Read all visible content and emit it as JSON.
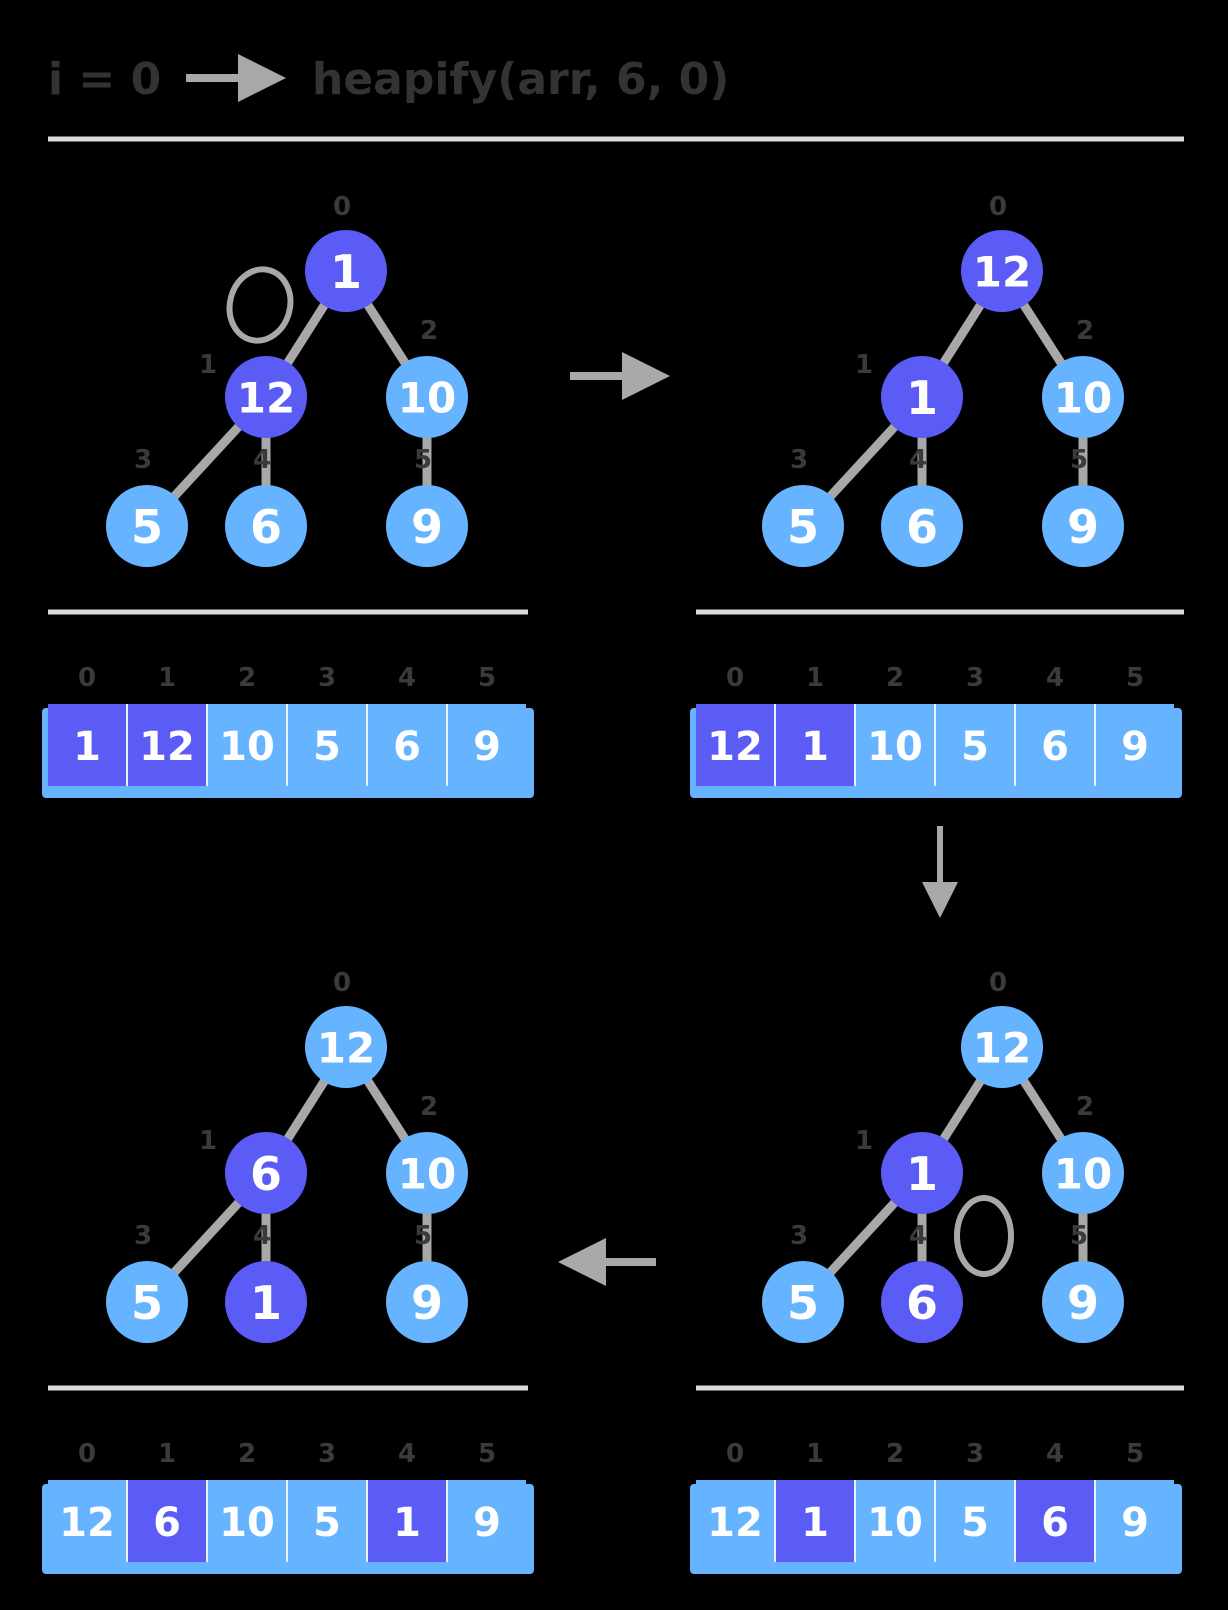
{
  "header": {
    "left_text": "i = 0",
    "call_text": "heapify(arr, 6, 0)"
  },
  "colors": {
    "light": "#66b3ff",
    "dark": "#5b5bf5",
    "edge": "#a8a8a8",
    "divider": "#dcdcdc",
    "index": "#3a3a3a",
    "background": "#000000"
  },
  "panels": [
    {
      "id": "step1",
      "nodes": [
        {
          "value": "1",
          "index": "0",
          "style": "dark"
        },
        {
          "value": "12",
          "index": "1",
          "style": "dark"
        },
        {
          "value": "10",
          "index": "2",
          "style": "light"
        },
        {
          "value": "5",
          "index": "3",
          "style": "light"
        },
        {
          "value": "6",
          "index": "4",
          "style": "light"
        },
        {
          "value": "9",
          "index": "5",
          "style": "light"
        }
      ],
      "array": [
        "1",
        "12",
        "10",
        "5",
        "6",
        "9"
      ],
      "array_styles": [
        "dark",
        "dark",
        "light",
        "light",
        "light",
        "light"
      ],
      "array_indices": [
        "0",
        "1",
        "2",
        "3",
        "4",
        "5"
      ]
    },
    {
      "id": "step2",
      "nodes": [
        {
          "value": "12",
          "index": "0",
          "style": "dark"
        },
        {
          "value": "1",
          "index": "1",
          "style": "dark"
        },
        {
          "value": "10",
          "index": "2",
          "style": "light"
        },
        {
          "value": "5",
          "index": "3",
          "style": "light"
        },
        {
          "value": "6",
          "index": "4",
          "style": "light"
        },
        {
          "value": "9",
          "index": "5",
          "style": "light"
        }
      ],
      "array": [
        "12",
        "1",
        "10",
        "5",
        "6",
        "9"
      ],
      "array_styles": [
        "dark",
        "dark",
        "light",
        "light",
        "light",
        "light"
      ],
      "array_indices": [
        "0",
        "1",
        "2",
        "3",
        "4",
        "5"
      ]
    },
    {
      "id": "step3",
      "nodes": [
        {
          "value": "12",
          "index": "0",
          "style": "light"
        },
        {
          "value": "1",
          "index": "1",
          "style": "dark"
        },
        {
          "value": "10",
          "index": "2",
          "style": "light"
        },
        {
          "value": "5",
          "index": "3",
          "style": "light"
        },
        {
          "value": "6",
          "index": "4",
          "style": "dark"
        },
        {
          "value": "9",
          "index": "5",
          "style": "light"
        }
      ],
      "array": [
        "12",
        "1",
        "10",
        "5",
        "6",
        "9"
      ],
      "array_styles": [
        "light",
        "dark",
        "light",
        "light",
        "dark",
        "light"
      ],
      "array_indices": [
        "0",
        "1",
        "2",
        "3",
        "4",
        "5"
      ]
    },
    {
      "id": "step4",
      "nodes": [
        {
          "value": "12",
          "index": "0",
          "style": "light"
        },
        {
          "value": "6",
          "index": "1",
          "style": "dark"
        },
        {
          "value": "10",
          "index": "2",
          "style": "light"
        },
        {
          "value": "5",
          "index": "3",
          "style": "light"
        },
        {
          "value": "1",
          "index": "4",
          "style": "dark"
        },
        {
          "value": "9",
          "index": "5",
          "style": "light"
        }
      ],
      "array": [
        "12",
        "6",
        "10",
        "5",
        "1",
        "9"
      ],
      "array_styles": [
        "light",
        "dark",
        "light",
        "light",
        "dark",
        "light"
      ],
      "array_indices": [
        "0",
        "1",
        "2",
        "3",
        "4",
        "5"
      ]
    }
  ]
}
